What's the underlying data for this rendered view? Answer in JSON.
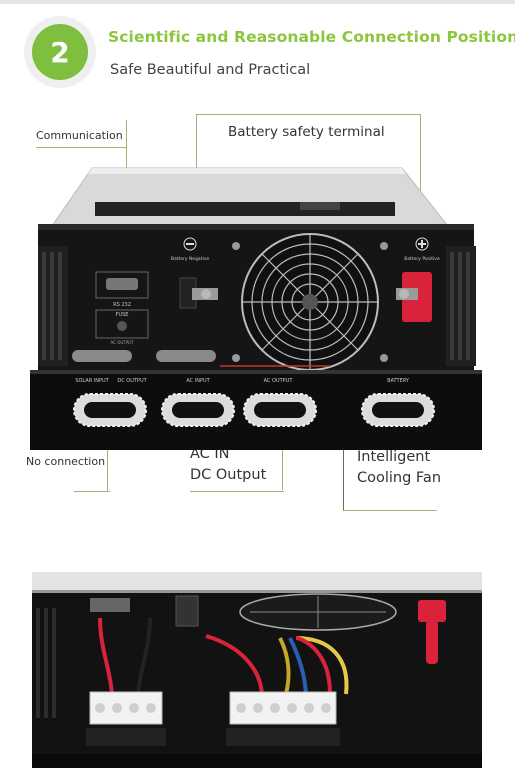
{
  "step": {
    "number": "2"
  },
  "header": {
    "title": "Scientific and Reasonable Connection Position",
    "subtitle": "Safe Beautiful and Practical"
  },
  "callouts": {
    "communication": "Communication",
    "battery_safety_terminal": "Battery safety terminal",
    "no_connection": "No connection",
    "ac_in": "AC IN",
    "dc_output": "DC Output",
    "intelligent": "Intelligent",
    "cooling_fan": "Cooling Fan"
  },
  "panel_labels": {
    "battery_negative": "Battery Negative",
    "battery_positive": "Battery Positive",
    "rs232": "RS 232",
    "fuse": "FUSE",
    "ac_output_small": "AC OUTPUT",
    "solar_input": "SOLAR INPUT",
    "dc_output": "DC OUTPUT",
    "ac_input": "AC INPUT",
    "ac_output": "AC OUTPUT",
    "battery": "BATTERY"
  },
  "colors": {
    "accent_green": "#8cc63f",
    "badge_green": "#7fbf3f",
    "chassis": "#1a1a1a",
    "terminal_red": "#d8233a"
  }
}
